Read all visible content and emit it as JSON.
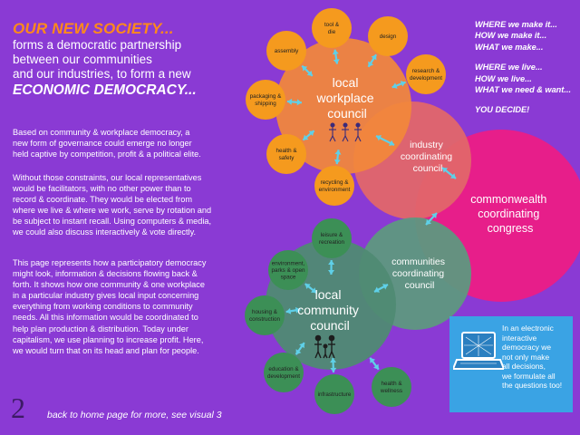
{
  "headline": {
    "title": "OUR NEW SOCIETY...",
    "line1": "forms a democratic partnership",
    "line2": "between our communities",
    "line3": "and our industries, to form a new",
    "emphasis": "ECONOMIC DEMOCRACY..."
  },
  "paragraphs": {
    "p1": [
      "Based on community & workplace democracy, a",
      "new form of governance could emerge no longer",
      "held captive by competition, profit & a political elite."
    ],
    "p2": [
      "Without those constraints, our local representatives",
      "would be facilitators, with no other power than to",
      "record & coordinate. They would be elected from",
      "where we live & where we work, serve by rotation and",
      "be subject to instant recall. Using computers & media,",
      "we could also discuss interactively & vote directly."
    ],
    "p3": [
      "This page represents how a participatory democracy",
      "might look, information & decisions flowing back &",
      "forth.  It shows how one community & one workplace",
      "in a particular industry gives local input concerning",
      "everything from working conditions to community",
      "needs. All this information would be coordinated to",
      "help plan production & distribution. Today under",
      "capitalism, we use planning to increase profit. Here,",
      "we would turn that on its head and plan for people."
    ]
  },
  "sidebar": {
    "where_make": {
      "a": "WHERE",
      "b": " we make it..."
    },
    "how_make": {
      "a": "HOW",
      "b": " we make it..."
    },
    "what_make": {
      "a": "WHAT",
      "b": " we make..."
    },
    "where_live": {
      "a": "WHERE",
      "b": " we live..."
    },
    "how_live": {
      "a": "HOW",
      "b": " we live..."
    },
    "what_need": {
      "a": "WHAT",
      "b": " we need & want..."
    },
    "decide": "YOU DECIDE!"
  },
  "diagram": {
    "workplace": [
      "local",
      "workplace",
      "council"
    ],
    "industry": [
      "industry",
      "coordinating",
      "council"
    ],
    "congress": [
      "commonwealth",
      "coordinating",
      "congress"
    ],
    "communities": [
      "communities",
      "coordinating",
      "council"
    ],
    "community": [
      "local",
      "community",
      "council"
    ],
    "workplace_nodes": [
      [
        "tool &",
        "die"
      ],
      [
        "design"
      ],
      [
        "assembly"
      ],
      [
        "research &",
        "development"
      ],
      [
        "packaging &",
        "shipping"
      ],
      [
        "health &",
        "safety"
      ],
      [
        "recycling &",
        "environment"
      ]
    ],
    "community_nodes": [
      [
        "leisure &",
        "recreation"
      ],
      [
        "environment,",
        "parks & open",
        "space"
      ],
      [
        "housing &",
        "construction"
      ],
      [
        "education &",
        "development"
      ],
      [
        "infrastructure"
      ],
      [
        "health &",
        "wellness"
      ]
    ],
    "colors": {
      "background": "#8a3ad4",
      "workplace": "#f2883a",
      "industry": "#e2666a",
      "congress": "#e71e8a",
      "communities": "#5e9880",
      "community": "#4f8a73",
      "workplace_node": "#f59a1e",
      "community_node": "#3c8f56",
      "arrow": "#5fd0e8",
      "title": "#ff8a1a"
    }
  },
  "infobox": {
    "lines": [
      "In an electronic",
      "interactive",
      "democracy we",
      "not only make",
      "all decisions,",
      "we formulate all",
      "the questions too!"
    ]
  },
  "footer": {
    "page_number": "2",
    "link_text": "back to home page for more, see visual 3"
  }
}
